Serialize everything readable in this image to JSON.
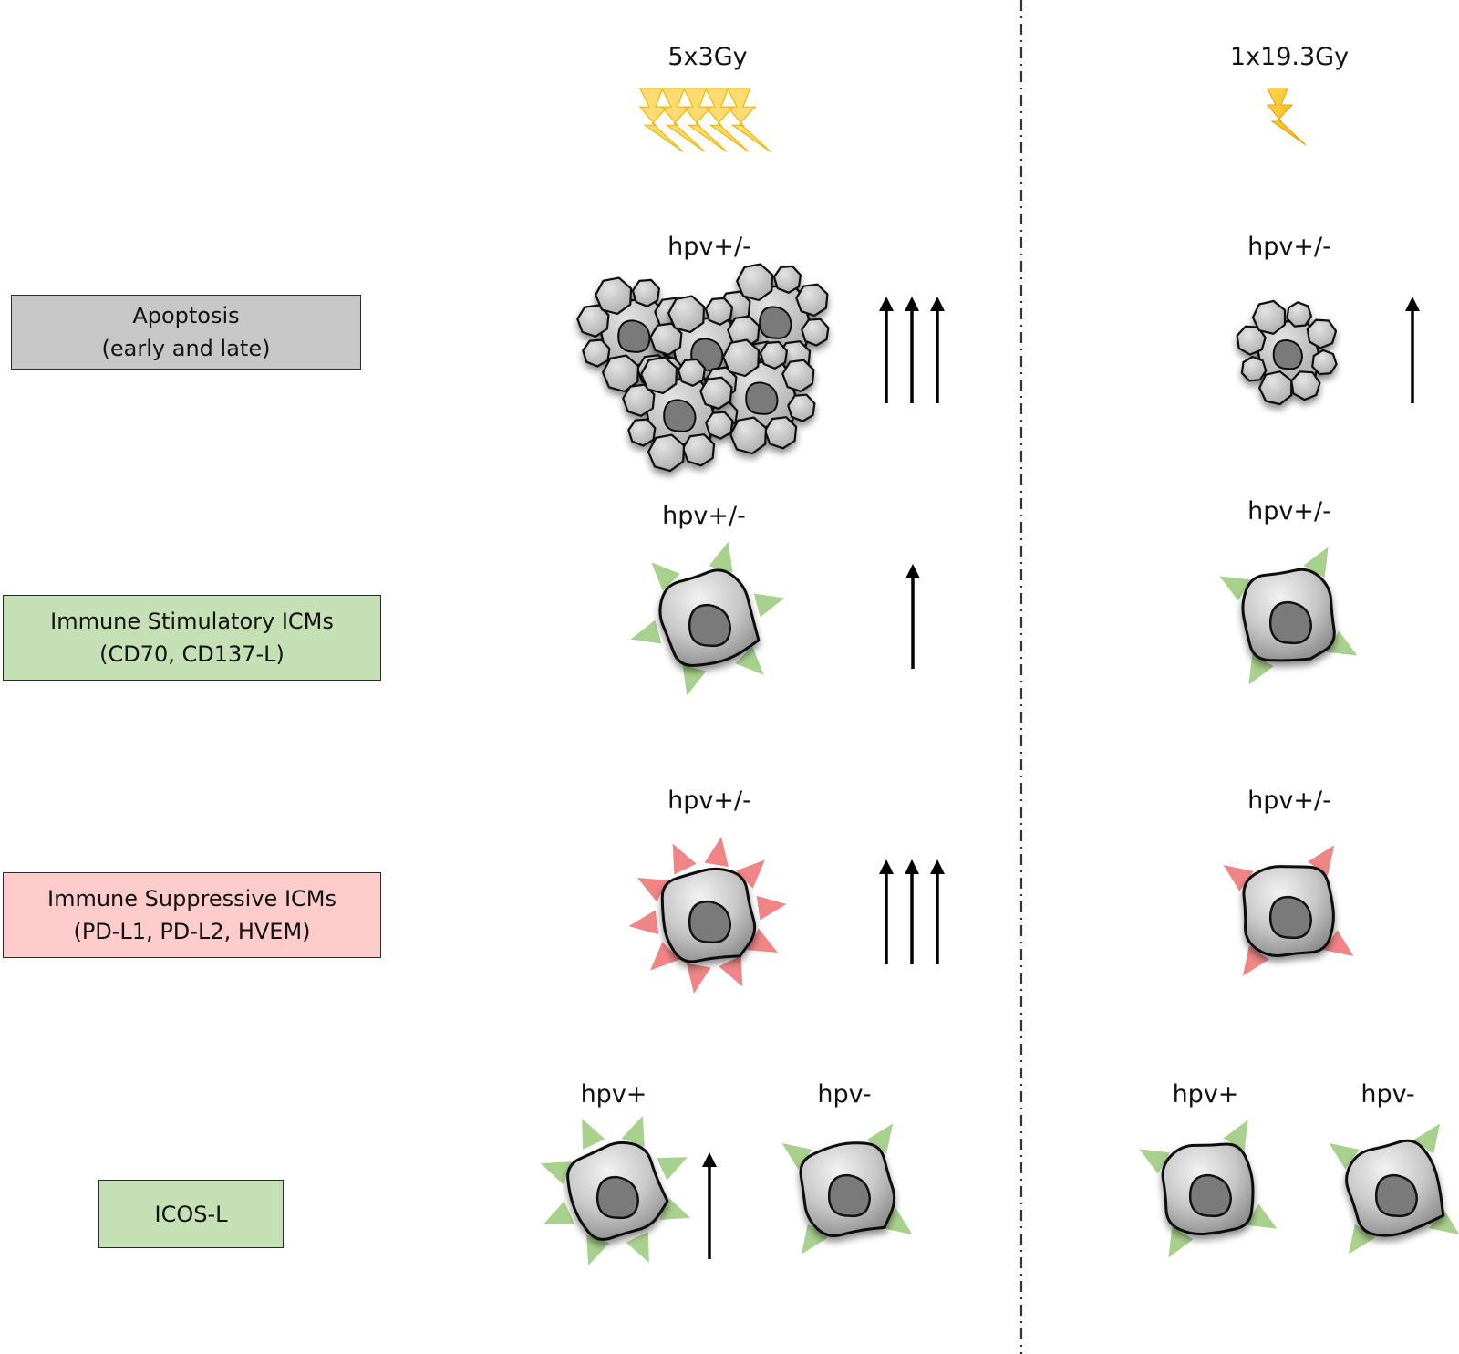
{
  "colors": {
    "apoptosis_box": "#c7c7c7",
    "stimulatory_box": "#c5e0b4",
    "suppressive_box": "#ffcccc",
    "cell_fill": "#c8c8c8",
    "nucleus_fill": "#7a7a7a",
    "stim_marker": "#a9d18e",
    "supp_marker": "#ef8585",
    "bolt": "#ffc000"
  },
  "conditions": [
    {
      "id": "fractionated",
      "label": "5x3Gy",
      "bolt_count": 5
    },
    {
      "id": "single",
      "label": "1x19.3Gy",
      "bolt_count": 1
    }
  ],
  "rows": [
    {
      "id": "apoptosis",
      "label_lines": [
        "Apoptosis",
        "(early and late)"
      ],
      "label_color": "apoptosis_box",
      "cells": [
        {
          "condition": "fractionated",
          "group": "hpv+/-",
          "apoptotic_cell_count": 5,
          "arrows": 3
        },
        {
          "condition": "single",
          "group": "hpv+/-",
          "apoptotic_cell_count": 1,
          "arrows": 1
        }
      ]
    },
    {
      "id": "stimulatory",
      "label_lines": [
        "Immune Stimulatory ICMs",
        "(CD70, CD137-L)"
      ],
      "label_color": "stimulatory_box",
      "cells": [
        {
          "condition": "fractionated",
          "group": "hpv+/-",
          "marker": "stim",
          "marker_count": 6,
          "arrows": 1
        },
        {
          "condition": "single",
          "group": "hpv+/-",
          "marker": "stim",
          "marker_count": 4,
          "arrows": 0
        }
      ]
    },
    {
      "id": "suppressive",
      "label_lines": [
        "Immune Suppressive ICMs",
        "(PD-L1, PD-L2, HVEM)"
      ],
      "label_color": "suppressive_box",
      "cells": [
        {
          "condition": "fractionated",
          "group": "hpv+/-",
          "marker": "supp",
          "marker_count": 10,
          "arrows": 3
        },
        {
          "condition": "single",
          "group": "hpv+/-",
          "marker": "supp",
          "marker_count": 4,
          "arrows": 0
        }
      ]
    },
    {
      "id": "icosl",
      "label_lines": [
        "ICOS-L"
      ],
      "label_color": "stimulatory_box",
      "cells": [
        {
          "condition": "fractionated",
          "group": "hpv+",
          "marker": "stim",
          "marker_count": 8,
          "arrows": 1
        },
        {
          "condition": "fractionated",
          "group": "hpv-",
          "marker": "stim",
          "marker_count": 4,
          "arrows": 0
        },
        {
          "condition": "single",
          "group": "hpv+",
          "marker": "stim",
          "marker_count": 4,
          "arrows": 0
        },
        {
          "condition": "single",
          "group": "hpv-",
          "marker": "stim",
          "marker_count": 4,
          "arrows": 0
        }
      ]
    }
  ]
}
